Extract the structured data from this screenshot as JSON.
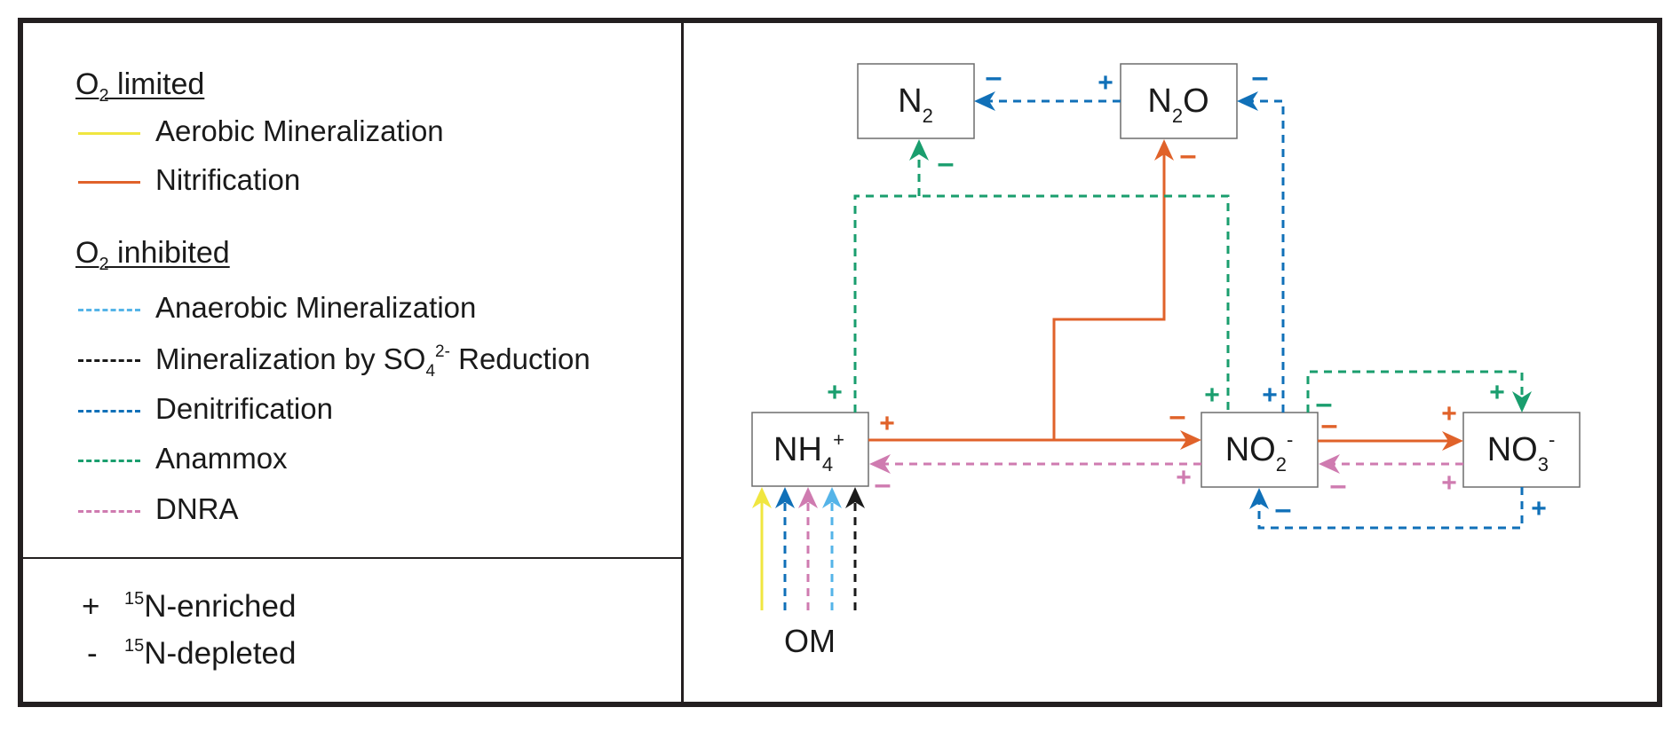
{
  "legend": {
    "groups": [
      {
        "title_main": "O",
        "title_sub": "2",
        "title_rest": " limited",
        "items": [
          {
            "label": "Aerobic Mineralization",
            "color": "#f0e640",
            "style": "solid"
          },
          {
            "label": "Nitrification",
            "color": "#e0622a",
            "style": "solid"
          }
        ]
      },
      {
        "title_main": "O",
        "title_sub": "2",
        "title_rest": " inhibited",
        "items": [
          {
            "label": "Anaerobic Mineralization",
            "color": "#55b4e8",
            "style": "dashed"
          },
          {
            "label_pre": "Mineralization by SO",
            "label_sub": "4",
            "label_sup": "2-",
            "label_post": " Reduction",
            "label": "Mineralization by SO4 2- Reduction",
            "color": "#1a1a1a",
            "style": "dashed"
          },
          {
            "label": "Denitrification",
            "color": "#1070b8",
            "style": "dashed"
          },
          {
            "label": "Anammox",
            "color": "#1a9e6e",
            "style": "dashed"
          },
          {
            "label": "DNRA",
            "color": "#cf7bb0",
            "style": "dashed"
          }
        ]
      }
    ],
    "symbols": [
      {
        "symbol": "+",
        "isotope": "15",
        "text": "N-enriched"
      },
      {
        "symbol": "-",
        "isotope": "15",
        "text": "N-depleted"
      }
    ]
  },
  "diagram": {
    "nodes": {
      "n2": {
        "main": "N",
        "sub": "2",
        "tail": "",
        "sup": ""
      },
      "n2o": {
        "main": "N",
        "sub": "2",
        "tail": "O",
        "sup": ""
      },
      "nh4": {
        "main": "NH",
        "sub": "4",
        "tail": "",
        "sup": "+"
      },
      "no2": {
        "main": "NO",
        "sub": "2",
        "tail": "",
        "sup": "-"
      },
      "no3": {
        "main": "NO",
        "sub": "3",
        "tail": "",
        "sup": "-"
      }
    },
    "source_label": "OM",
    "pathways": [
      {
        "process": "Aerobic Mineralization",
        "from": "OM",
        "to": "NH4+"
      },
      {
        "process": "Denitrification",
        "from": "OM",
        "to": "NH4+"
      },
      {
        "process": "DNRA",
        "from": "OM",
        "to": "NH4+"
      },
      {
        "process": "Anaerobic Mineralization",
        "from": "OM",
        "to": "NH4+"
      },
      {
        "process": "Mineralization by SO4 2- Reduction",
        "from": "OM",
        "to": "NH4+"
      },
      {
        "process": "Nitrification",
        "from": "NH4+",
        "to": "NO2-",
        "from_sign": "+",
        "to_sign": "-"
      },
      {
        "process": "Nitrification",
        "from": "NH4+",
        "to": "N2O",
        "to_sign": "-"
      },
      {
        "process": "Nitrification",
        "from": "NO2-",
        "to": "NO3-",
        "from_sign": "-",
        "to_sign": "+"
      },
      {
        "process": "DNRA",
        "from": "NO2-",
        "to": "NH4+",
        "from_sign": "+",
        "to_sign": "-"
      },
      {
        "process": "DNRA",
        "from": "NO3-",
        "to": "NO2-",
        "from_sign": "+",
        "to_sign": "-"
      },
      {
        "process": "Anammox",
        "from": "NH4+",
        "to": "N2",
        "from_sign": "+",
        "to_sign": "-"
      },
      {
        "process": "Anammox",
        "from": "NO2-",
        "to": "N2",
        "from_sign": "+"
      },
      {
        "process": "Anammox",
        "from": "NO2-",
        "to": "NO3-",
        "from_sign": "-",
        "to_sign": "+"
      },
      {
        "process": "Denitrification",
        "from": "N2O",
        "to": "N2",
        "from_sign": "+",
        "to_sign": "-"
      },
      {
        "process": "Denitrification",
        "from": "NO2-",
        "to": "N2O",
        "from_sign": "+",
        "to_sign": "-"
      },
      {
        "process": "Denitrification",
        "from": "NO3-",
        "to": "NO2-",
        "from_sign": "+",
        "to_sign": "-"
      }
    ],
    "colors": {
      "aerobic": "#f0e640",
      "nitrification": "#e0622a",
      "anaerobic": "#55b4e8",
      "sulfate": "#1a1a1a",
      "denitrification": "#1070b8",
      "anammox": "#1a9e6e",
      "dnra": "#cf7bb0"
    },
    "signs": {
      "plus": "+",
      "minus": "-"
    }
  }
}
